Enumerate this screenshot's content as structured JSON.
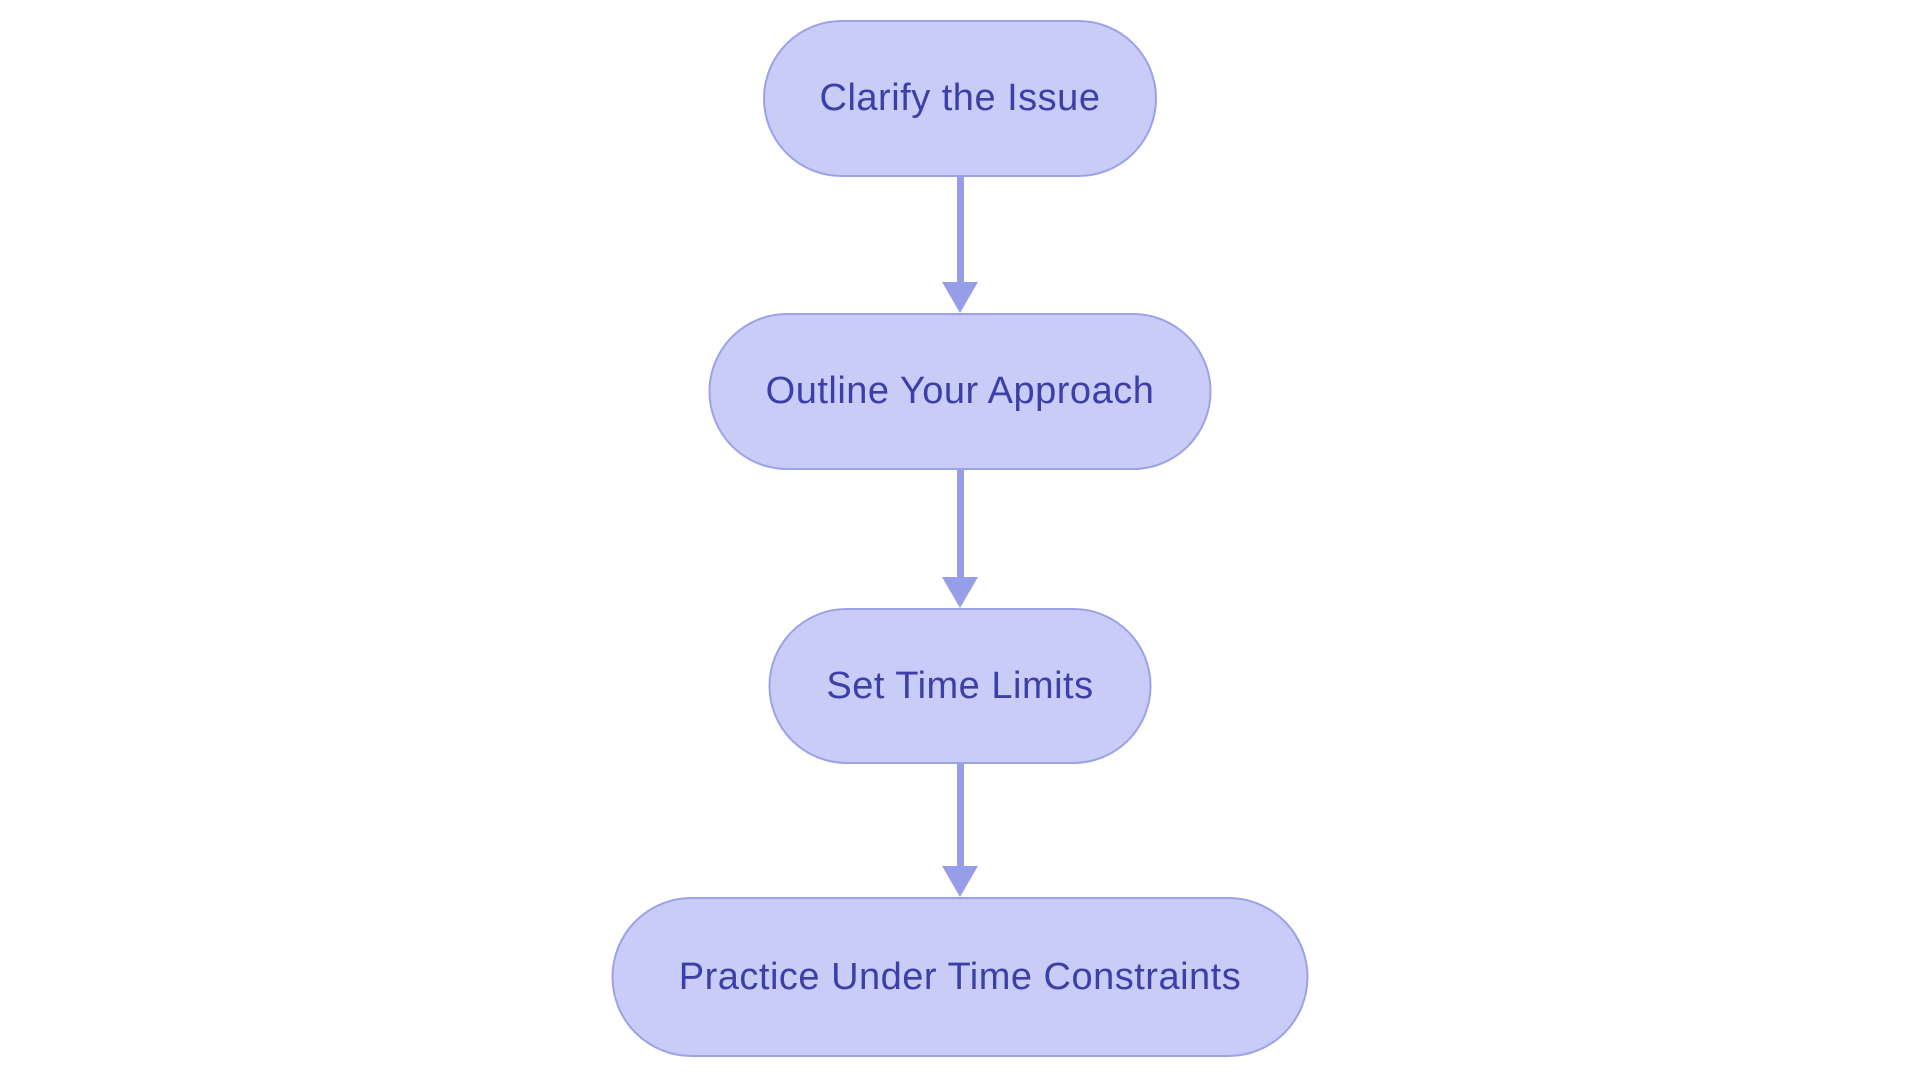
{
  "page": {
    "type": "flowchart",
    "background": "#ffffff"
  },
  "colors": {
    "node_fill": "#c9ccf6",
    "node_border": "#9ba2e8",
    "node_text": "#3c3fa8",
    "arrow": "#969ee8",
    "page_bg": "#ffffff"
  },
  "flowchart": {
    "direction": "top-down",
    "node_shape": "stadium",
    "nodes": [
      {
        "id": "clarify-issue",
        "label": "Clarify the Issue"
      },
      {
        "id": "outline-approach",
        "label": "Outline Your Approach"
      },
      {
        "id": "set-time-limits",
        "label": "Set Time Limits"
      },
      {
        "id": "practice-under-constraints",
        "label": "Practice Under Time Constraints"
      }
    ],
    "edges": [
      {
        "from": "Clarify the Issue",
        "to": "Outline Your Approach"
      },
      {
        "from": "Outline Your Approach",
        "to": "Set Time Limits"
      },
      {
        "from": "Set Time Limits",
        "to": "Practice Under Time Constraints"
      }
    ]
  }
}
